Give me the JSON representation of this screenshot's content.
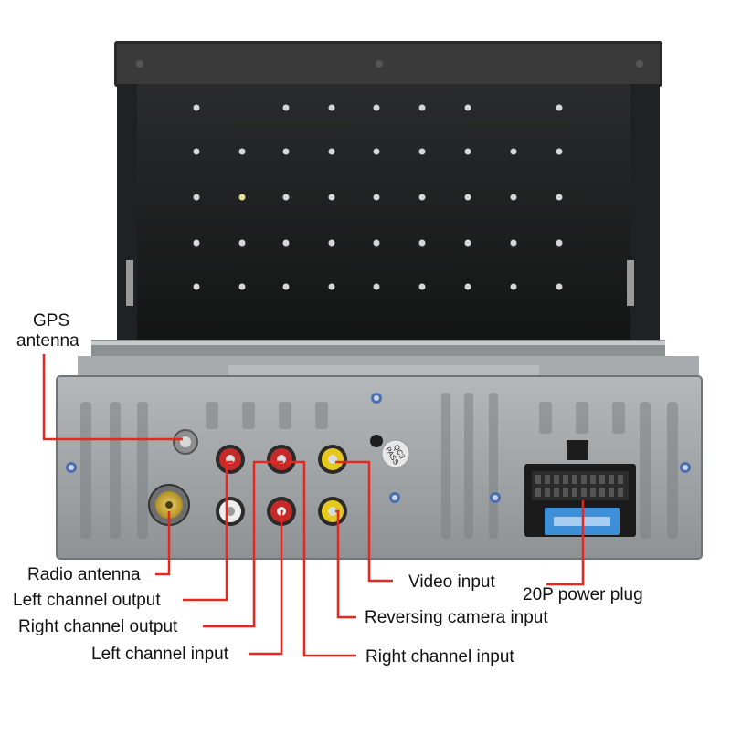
{
  "labels": {
    "gps_antenna_line1": "GPS",
    "gps_antenna_line2": "antenna",
    "radio_antenna": "Radio antenna",
    "left_channel_output": "Left channel output",
    "right_channel_output": "Right channel output",
    "left_channel_input": "Left channel input",
    "video_input": "Video input",
    "reversing_camera_input": "Reversing camera input",
    "right_channel_input": "Right channel input",
    "power_plug": "20P power plug"
  },
  "stamp": {
    "line1": "QC3",
    "line2": "PASS"
  },
  "colors": {
    "leader_line": "#e8261e",
    "screen_back": "#1e1f20",
    "chassis": "#9fa3a6",
    "connector_red": "#c62a28",
    "connector_yellow": "#e4c81e",
    "connector_white": "#eeeeee",
    "fuse_blue": "#3d8fd8"
  }
}
